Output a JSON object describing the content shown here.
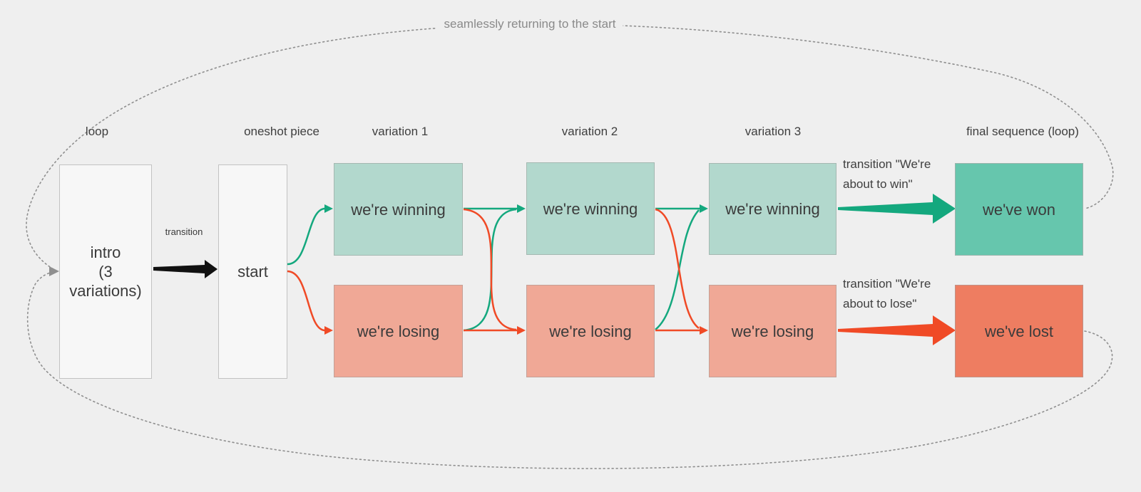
{
  "annotations": {
    "top": "seamlessly returning to the start"
  },
  "columns": {
    "loop": "loop",
    "oneshot": "oneshot piece",
    "variation1": "variation 1",
    "variation2": "variation 2",
    "variation3": "variation 3",
    "final": "final sequence (loop)"
  },
  "nodes": {
    "intro": {
      "lines": [
        "intro",
        "(3",
        "variations)"
      ]
    },
    "start": {
      "label": "start"
    },
    "v1_win": {
      "label": "we're winning"
    },
    "v1_lose": {
      "label": "we're losing"
    },
    "v2_win": {
      "label": "we're winning"
    },
    "v2_lose": {
      "label": "we're losing"
    },
    "v3_win": {
      "label": "we're winning"
    },
    "v3_lose": {
      "label": "we're losing"
    },
    "won": {
      "label": "we've won"
    },
    "lost": {
      "label": "we've lost"
    }
  },
  "edge_labels": {
    "intro_to_start": "transition",
    "to_won_line1": "transition \"We're",
    "to_won_line2": "about to win\"",
    "to_lost_line1": "transition \"We're",
    "to_lost_line2": "about to lose\""
  },
  "colors": {
    "background": "#efefef",
    "win_light": "#b2d8cd",
    "win_strong": "#66c6ad",
    "lose_light": "#f0a896",
    "lose_strong": "#ee7d61",
    "green_arrow": "#14a87e",
    "red_arrow": "#f04a26",
    "black_arrow": "#111111",
    "dotted_line": "#8f8f8f",
    "text_dark": "#3b3b3b",
    "text_muted": "#8a8a8a"
  }
}
